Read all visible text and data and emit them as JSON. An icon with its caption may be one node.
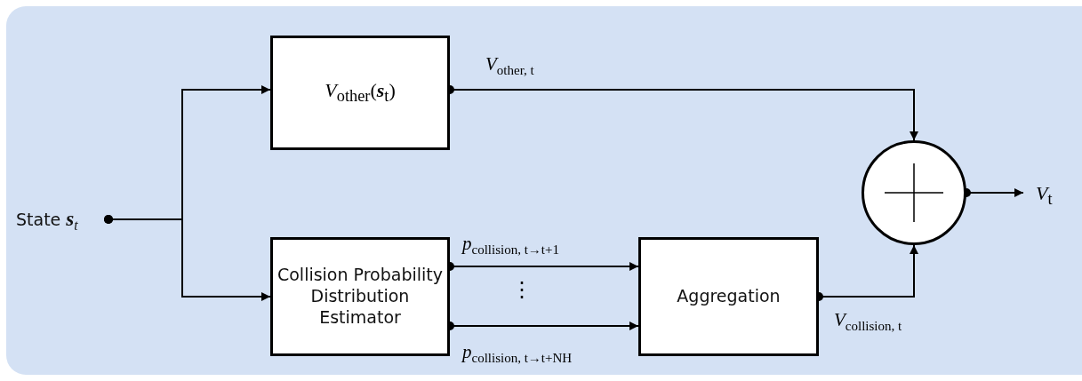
{
  "diagram": {
    "nodes": [
      {
        "text": [
          "State *s*$_{t}$"
        ]
      },
      {
        "text": [
          "*V*$_{other}$(*s*$_{t}$)"
        ]
      },
      {
        "text": [
          "Collision Probability Distribution Estimator"
        ]
      },
      {
        "text": [
          "Aggregation"
        ]
      },
      {
        "text": [],
        "shape": "circle"
      },
      {
        "text": [
          "*V*$_{t}$"
        ]
      }
    ],
    "edges": [
      {
        "from": 0,
        "to": 1,
        "arrow": "to"
      },
      {
        "from": 0,
        "to": 2,
        "arrow": "to"
      },
      {
        "from": 1,
        "to": 4,
        "arrow": "to",
        "label": "*V*$_{other, t}$"
      },
      {
        "from": 2,
        "to": 3,
        "arrow": "to",
        "label": "*p*$_{collision, t→t+1}$"
      },
      {
        "from": 2,
        "to": 3,
        "arrow": "to",
        "label": "*p*$_{collision, t→t+N}$$_{H}$"
      },
      {
        "from": 3,
        "to": 4,
        "arrow": "to",
        "label": "*V*$_{collision, t}$"
      },
      {
        "from": 4,
        "to": 5,
        "arrow": "to"
      }
    ],
    "labels": [
      "⋮"
    ]
  }
}
